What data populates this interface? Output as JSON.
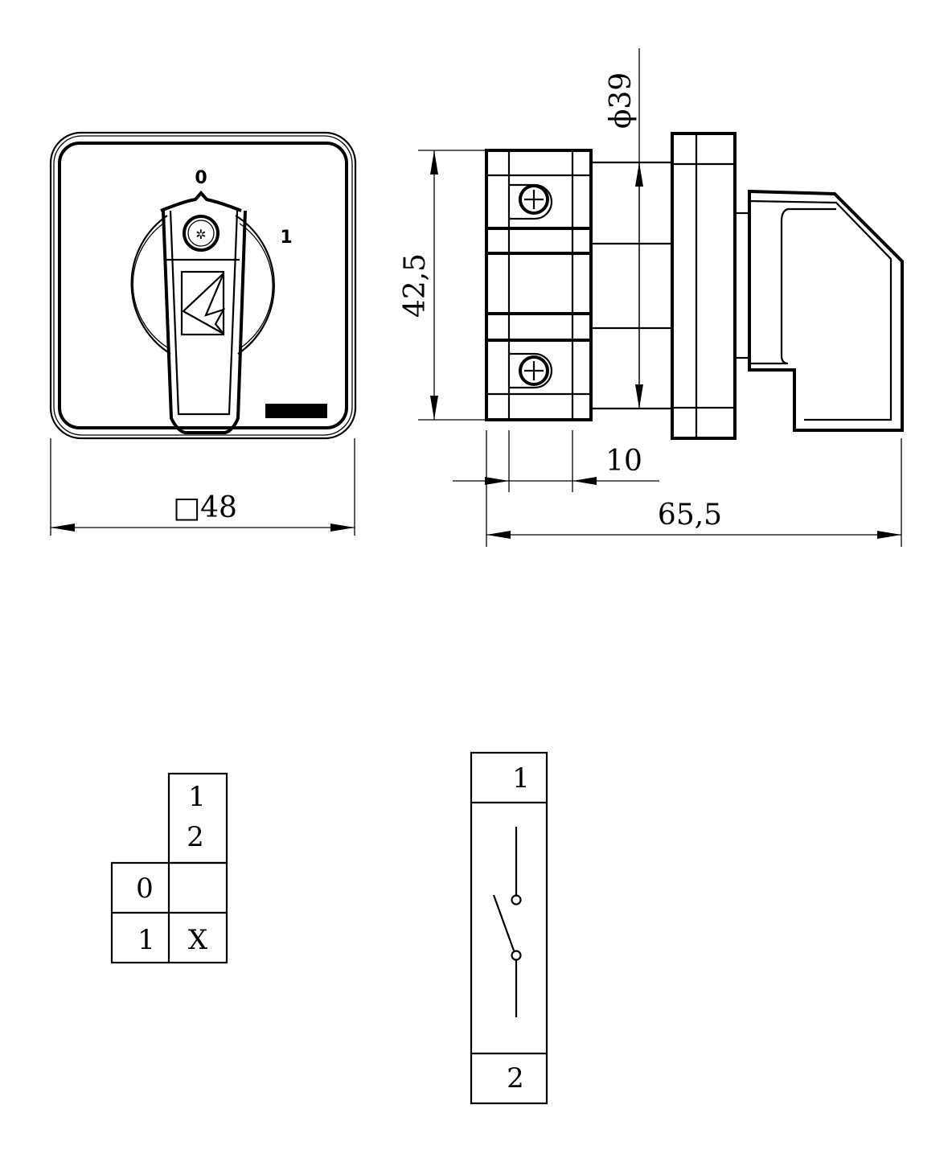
{
  "front_view": {
    "position_0": "0",
    "position_1": "1"
  },
  "dimensions": {
    "width_square": "□48",
    "height": "42,5",
    "diameter": "ϕ39",
    "depth_module": "10",
    "total_depth": "65,5"
  },
  "switching_table": {
    "contact_header": [
      "1",
      "2"
    ],
    "rows": [
      {
        "position": "0",
        "mark": ""
      },
      {
        "position": "1",
        "mark": "X"
      }
    ]
  },
  "contact_diagram": {
    "terminal_top": "1",
    "terminal_bottom": "2"
  },
  "colors": {
    "line": "#000000",
    "background": "#ffffff"
  }
}
